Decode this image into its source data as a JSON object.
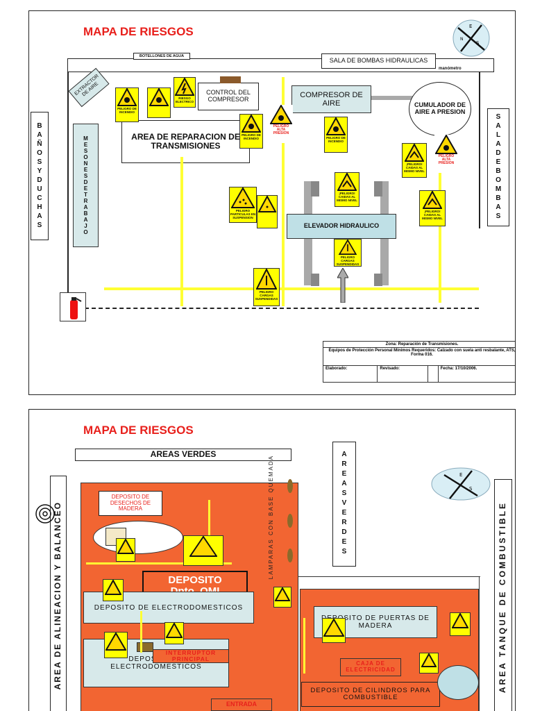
{
  "top": {
    "title": "MAPA DE RIESGOS",
    "botellones": "BOTELLONES DE AGUA",
    "sala_bombas_hidraulicas": "SALA DE BOMBAS HIDRAULICAS",
    "manometro": "manómetro",
    "extractor": "EXTRACTOR DE AIRE",
    "control": "CONTROL DEL COMPRESOR",
    "compresor": "COMPRESOR DE AIRE",
    "acumulador": "CUMULADOR DE AIRE A PRESION",
    "area_reparacion": "AREA DE REPARACION DE TRANSMISIONES",
    "banos": "BAÑOSYDUCHAS",
    "mesones": "MESONESDETRABAJO",
    "sala_bombas": "SALADEBOMBAS",
    "elevador": "ELEVADOR HIDRAULICO",
    "signs": {
      "peligro_incendio": "PELIGRO DE INCENDIO",
      "riesgo_electrico": "RIESGO ELECTRICO",
      "peligro_alta_presion": "PELIGRO ALTA PRESION",
      "peligro_caidas": "¡PELIGRO! CAIDAS AL MISMO NIVEL",
      "particulas": "PELIGRO PARTICULAS EN SUSPENSION",
      "cargas": "PELIGRO CARGAS SUSPENDIDAS"
    },
    "legend": {
      "zona": "Zona: Reparación de Transmisiones.",
      "equipos": "Equipos de Protección Personal Mínimos Requeridos: Calzado con suela anti resbalante, ATS, Forma 016.",
      "elaborado": "Elaborado:",
      "revisado": "Revisado:",
      "fecha": "Fecha: 17/10/2006."
    }
  },
  "bottom": {
    "title": "MAPA DE RIESGOS",
    "areas_verdes_top": "AREAS VERDES",
    "areas_verdes_side": "AREASVERDES",
    "lamparas": "LAMPARAS CON BASE QUEMADA",
    "alineacion": "AREA DE ALINEACION Y BALANCEO",
    "tanque": "AREA TANQUE DE COMBUSTIBLE",
    "deposito_desechos": "DEPOSITO DE DESECHOS DE MADERA",
    "deposito_omi_1": "DEPOSITO",
    "deposito_omi_2": "Dpto. OMI",
    "electro_1": "DEPOSITO DE ELECTRODOMESTICOS",
    "electro_2": "DEPOSITO DE ELECTRODOMESTICOS",
    "interruptor": "INTERRUPTOR PRINCIPAL",
    "puertas": "DEPOSITO DE PUERTAS DE MADERA",
    "caja": "CAJA DE ELECTRICIDAD",
    "cilindros": "DEPOSITO DE CILINDROS PARA COMBUSTIBLE",
    "entrada": "ENTRADA"
  },
  "colors": {
    "title": "#e8201c",
    "yellow": "#ffff33",
    "orange": "#f26532",
    "teal": "#d7e9ea"
  }
}
